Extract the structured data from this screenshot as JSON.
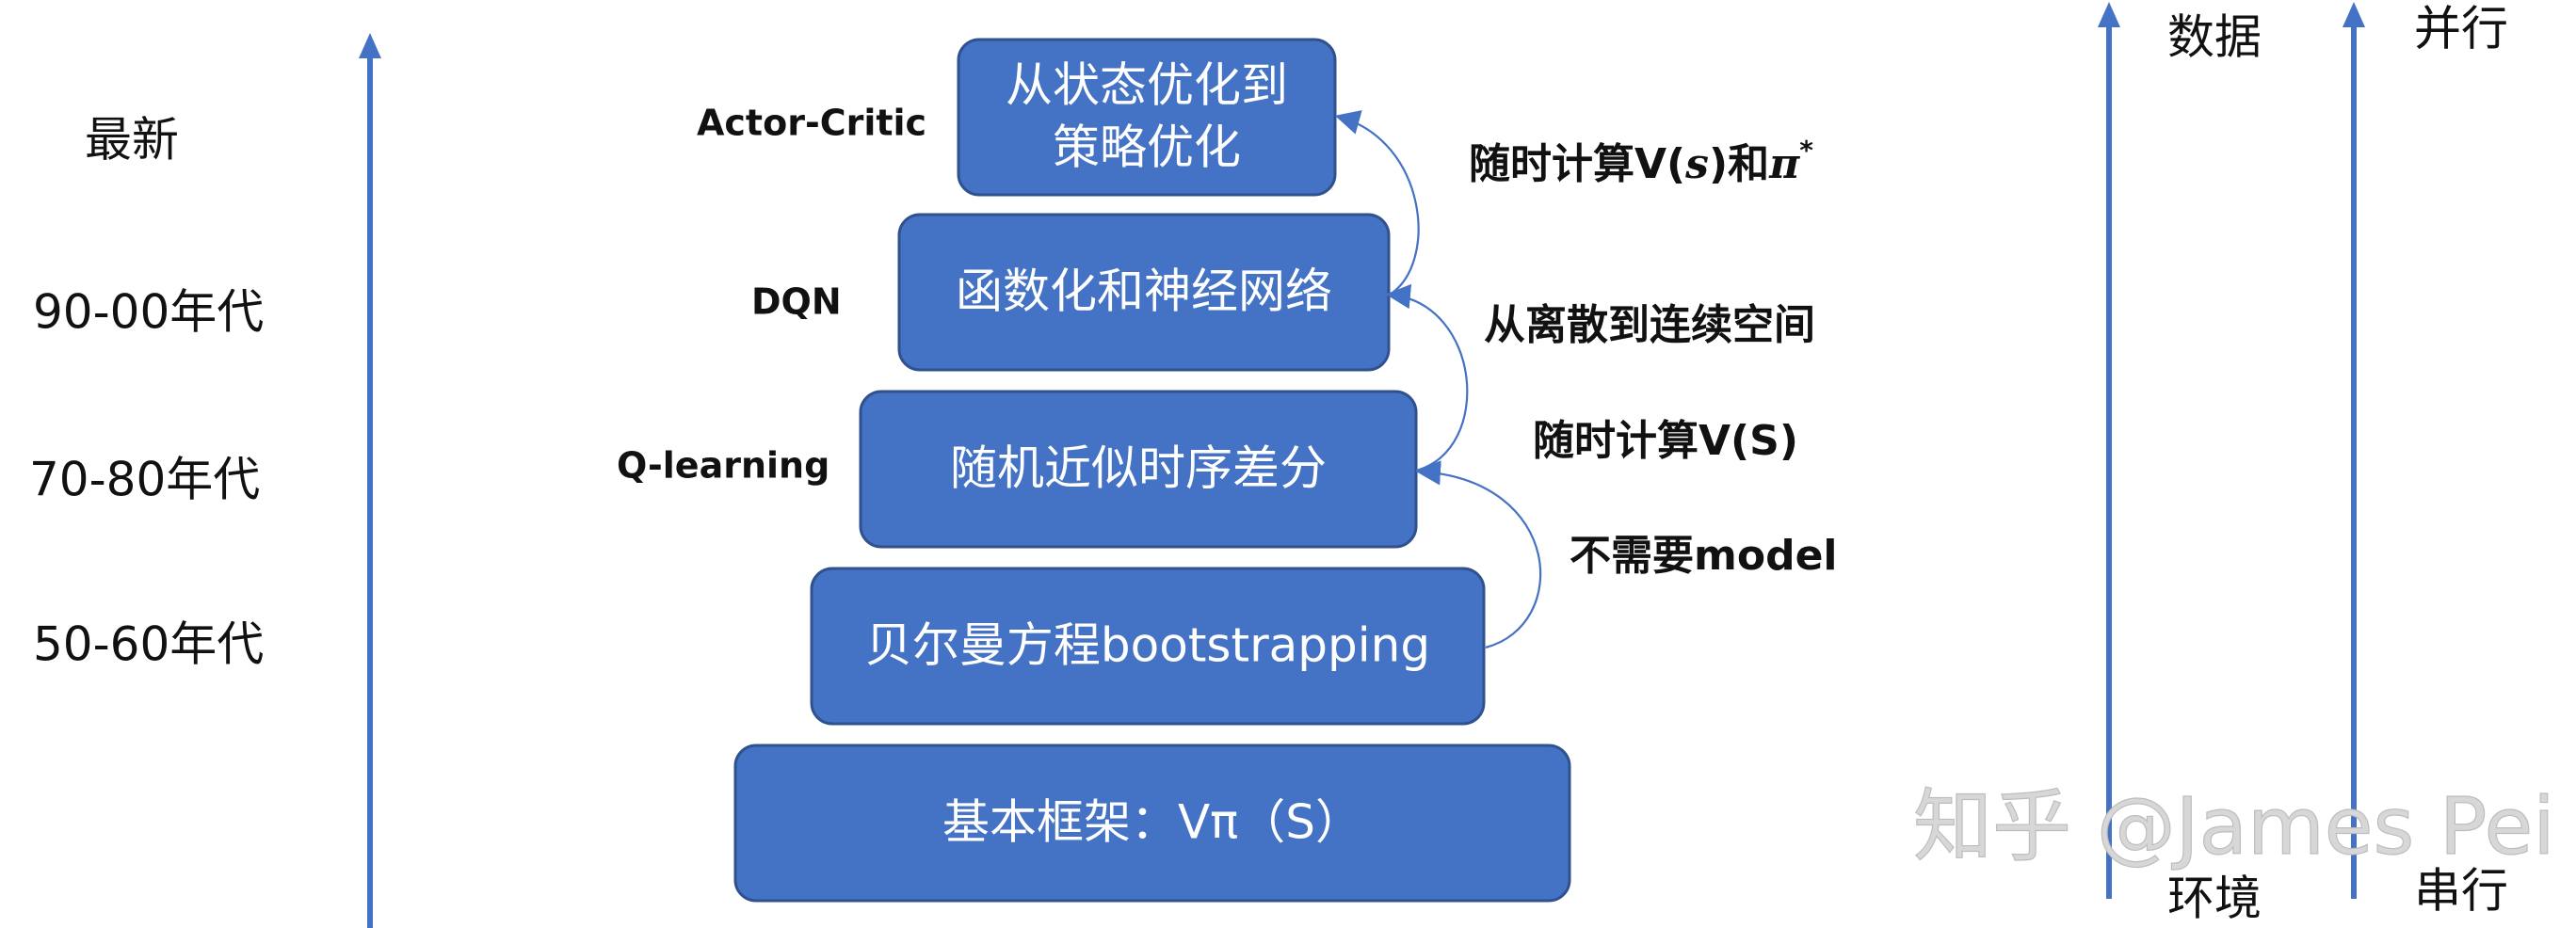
{
  "eras": [
    {
      "label": "最新"
    },
    {
      "label": "90-00年代"
    },
    {
      "label": "70-80年代"
    },
    {
      "label": "50-60年代"
    }
  ],
  "boxes": [
    {
      "line1": "从状态优化到",
      "line2": "策略优化"
    },
    {
      "line1": "函数化和神经网络"
    },
    {
      "line1": "随机近似时序差分"
    },
    {
      "line1": "贝尔曼方程bootstrapping"
    },
    {
      "line1": "基本框架：Vπ（S）"
    }
  ],
  "algorithms": {
    "actor_critic": "Actor-Critic",
    "dqn": "DQN",
    "q_learning": "Q-learning"
  },
  "notes": {
    "pi_prefix": "随时计算V(",
    "pi_s": "s",
    "pi_mid": ")和",
    "pi_symbol": "π",
    "pi_star": "*",
    "continuous": "从离散到连续空间",
    "v_s": "随时计算V(S)",
    "no_model": "不需要model"
  },
  "axes": {
    "data_label": "数据",
    "env_label": "环境",
    "parallel_label": "并行",
    "serial_label": "串行"
  },
  "watermark": "知乎 @James Pei",
  "colors": {
    "box_fill": "#4472C4",
    "box_stroke": "#2F528F",
    "arrow": "#4472C4"
  }
}
